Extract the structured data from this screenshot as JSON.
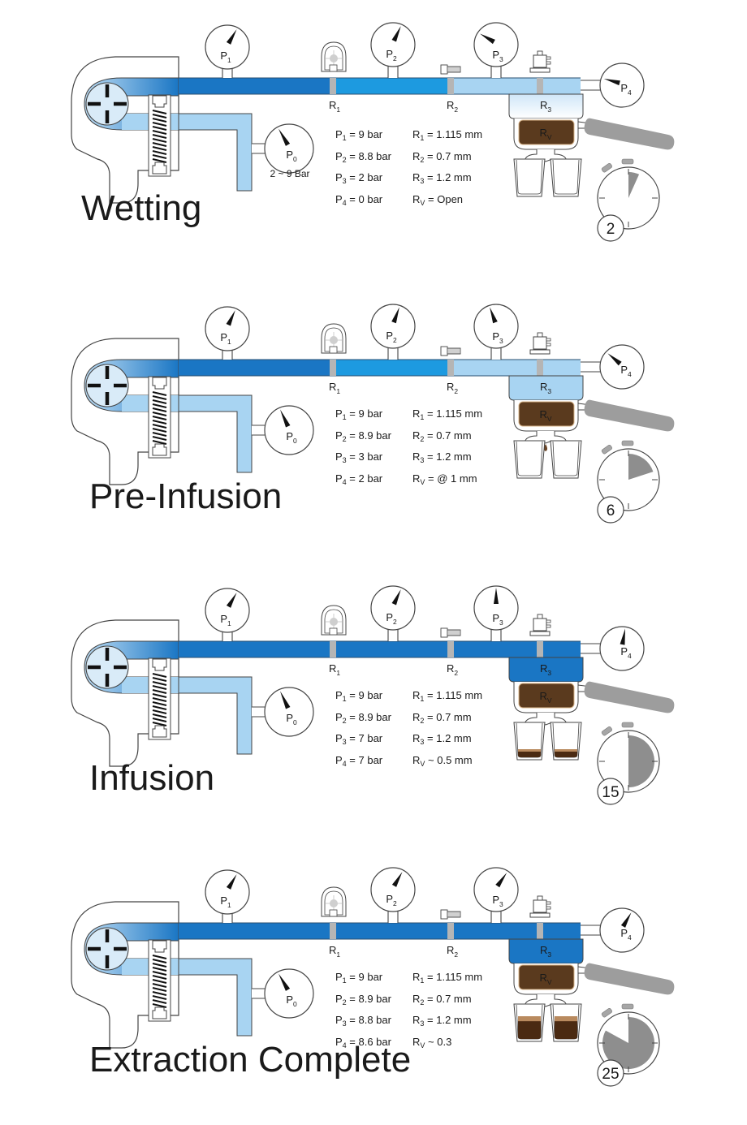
{
  "figure": {
    "subject": "Espresso machine pressure / restriction diagram over extraction stages",
    "colors": {
      "pipe_dark": "#1a76c4",
      "pipe_mid": "#1d9ae0",
      "pipe_light": "#a8d4f2",
      "pipe_pale": "#cfe6f8",
      "coffee_bed": "#5a3a1e",
      "crema": "#b98a5e",
      "handle_gray": "#9d9d9d",
      "timer_fill": "#8e8e8e",
      "restrictor_gray": "#b5b5b5",
      "outline": "#444444"
    },
    "labels": {
      "gauge_p0": "P0",
      "gauge_p1": "P1",
      "gauge_p2": "P2",
      "gauge_p3": "P3",
      "gauge_p4": "P4",
      "restrictor_r1": "R1",
      "restrictor_r2": "R2",
      "restrictor_r3": "R3",
      "restrictor_rv": "RV"
    }
  },
  "stages": [
    {
      "title": "Wetting",
      "pump_range": "2 ~ 9 Bar",
      "timer_seconds": "2",
      "timer_fraction": 0.067,
      "pressures": [
        {
          "name": "P",
          "sub": "1",
          "text": "= 9 bar"
        },
        {
          "name": "P",
          "sub": "2",
          "text": "= 8.8 bar"
        },
        {
          "name": "P",
          "sub": "3",
          "text": "= 2 bar"
        },
        {
          "name": "P",
          "sub": "4",
          "text": "= 0 bar"
        }
      ],
      "restrictions": [
        {
          "name": "R",
          "sub": "1",
          "text": "= 1.115 mm"
        },
        {
          "name": "R",
          "sub": "2",
          "text": "= 0.7 mm"
        },
        {
          "name": "R",
          "sub": "3",
          "text": "= 1.2 mm"
        },
        {
          "name": "R",
          "sub": "V",
          "text": "= Open"
        }
      ],
      "gauge_angles_deg": {
        "p0": -30,
        "p1": 30,
        "p2": 25,
        "p3": -60,
        "p4": -75
      },
      "segments": {
        "seg1": "pipe_dark",
        "seg2": "pipe_mid",
        "seg3": "pipe_light",
        "basket": "pipe_pale"
      },
      "cup_fill": 0,
      "drips": 0,
      "stream": false
    },
    {
      "title": "Pre-Infusion",
      "pump_range": "",
      "timer_seconds": "6",
      "timer_fraction": 0.2,
      "pressures": [
        {
          "name": "P",
          "sub": "1",
          "text": "= 9 bar"
        },
        {
          "name": "P",
          "sub": "2",
          "text": "= 8.9 bar"
        },
        {
          "name": "P",
          "sub": "3",
          "text": "= 3 bar"
        },
        {
          "name": "P",
          "sub": "4",
          "text": "= 2 bar"
        }
      ],
      "restrictions": [
        {
          "name": "R",
          "sub": "1",
          "text": "= 1.115 mm"
        },
        {
          "name": "R",
          "sub": "2",
          "text": "= 0.7 mm"
        },
        {
          "name": "R",
          "sub": "3",
          "text": "= 1.2 mm"
        },
        {
          "name": "R",
          "sub": "V",
          "text": "= @ 1 mm"
        }
      ],
      "gauge_angles_deg": {
        "p0": -25,
        "p1": 25,
        "p2": 20,
        "p3": -20,
        "p4": -50
      },
      "segments": {
        "seg1": "pipe_dark",
        "seg2": "pipe_mid",
        "seg3": "pipe_light",
        "basket": "pipe_light"
      },
      "cup_fill": 0,
      "drips": 1,
      "stream": false
    },
    {
      "title": "Infusion",
      "pump_range": "",
      "timer_seconds": "15",
      "timer_fraction": 0.5,
      "pressures": [
        {
          "name": "P",
          "sub": "1",
          "text": "= 9 bar"
        },
        {
          "name": "P",
          "sub": "2",
          "text": "= 8.9 bar"
        },
        {
          "name": "P",
          "sub": "3",
          "text": "= 7 bar"
        },
        {
          "name": "P",
          "sub": "4",
          "text": "= 7 bar"
        }
      ],
      "restrictions": [
        {
          "name": "R",
          "sub": "1",
          "text": "= 1.115 mm"
        },
        {
          "name": "R",
          "sub": "2",
          "text": "= 0.7 mm"
        },
        {
          "name": "R",
          "sub": "3",
          "text": "= 1.2 mm"
        },
        {
          "name": "R",
          "sub": "V",
          "text": "~ 0.5 mm"
        }
      ],
      "gauge_angles_deg": {
        "p0": -25,
        "p1": 30,
        "p2": 25,
        "p3": 0,
        "p4": 10
      },
      "segments": {
        "seg1": "pipe_dark",
        "seg2": "pipe_dark",
        "seg3": "pipe_dark",
        "basket": "pipe_dark"
      },
      "cup_fill": 0.25,
      "drips": 2,
      "stream": false
    },
    {
      "title": "Extraction Complete",
      "pump_range": "",
      "timer_seconds": "25",
      "timer_fraction": 0.83,
      "pressures": [
        {
          "name": "P",
          "sub": "1",
          "text": "= 9 bar"
        },
        {
          "name": "P",
          "sub": "2",
          "text": "= 8.9 bar"
        },
        {
          "name": "P",
          "sub": "3",
          "text": "= 8.8 bar"
        },
        {
          "name": "P",
          "sub": "4",
          "text": "= 8.6 bar"
        }
      ],
      "restrictions": [
        {
          "name": "R",
          "sub": "1",
          "text": "= 1.115 mm"
        },
        {
          "name": "R",
          "sub": "2",
          "text": "= 0.7 mm"
        },
        {
          "name": "R",
          "sub": "3",
          "text": "= 1.2 mm"
        },
        {
          "name": "R",
          "sub": "V",
          "text": "~ 0.3"
        }
      ],
      "gauge_angles_deg": {
        "p0": -30,
        "p1": 30,
        "p2": 30,
        "p3": 35,
        "p4": 30
      },
      "segments": {
        "seg1": "pipe_dark",
        "seg2": "pipe_dark",
        "seg3": "pipe_dark",
        "basket": "pipe_dark"
      },
      "cup_fill": 0.7,
      "drips": 2,
      "stream": true
    }
  ]
}
